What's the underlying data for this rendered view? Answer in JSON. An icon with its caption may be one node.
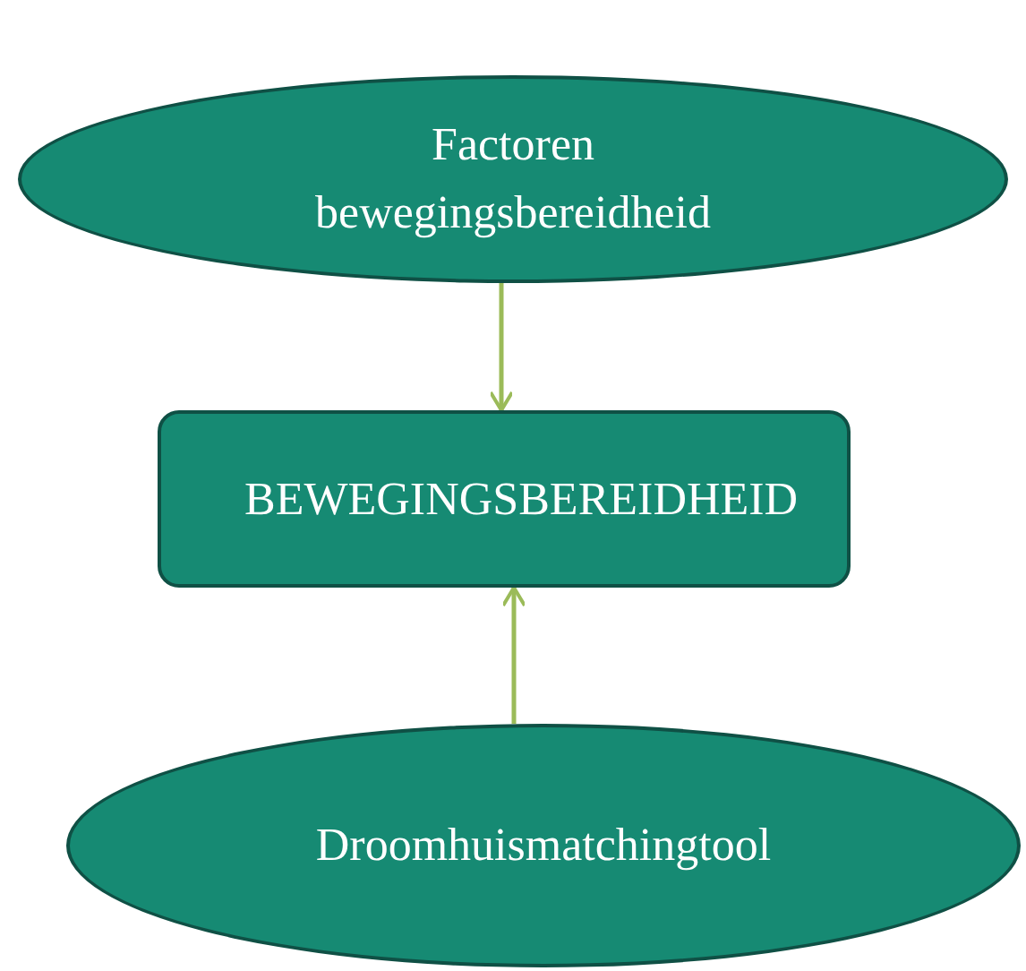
{
  "diagram": {
    "nodes": [
      {
        "text": [
          "Factoren bewegingsbereidheid"
        ]
      },
      {
        "text": [
          "BEWEGINGSBEREIDHEID"
        ]
      },
      {
        "text": [
          "Droomhuismatchingtool"
        ]
      }
    ],
    "edges": [
      {
        "from": 0,
        "to": 1,
        "arrow": "to"
      },
      {
        "from": 2,
        "to": 1,
        "arrow": "to"
      }
    ]
  }
}
